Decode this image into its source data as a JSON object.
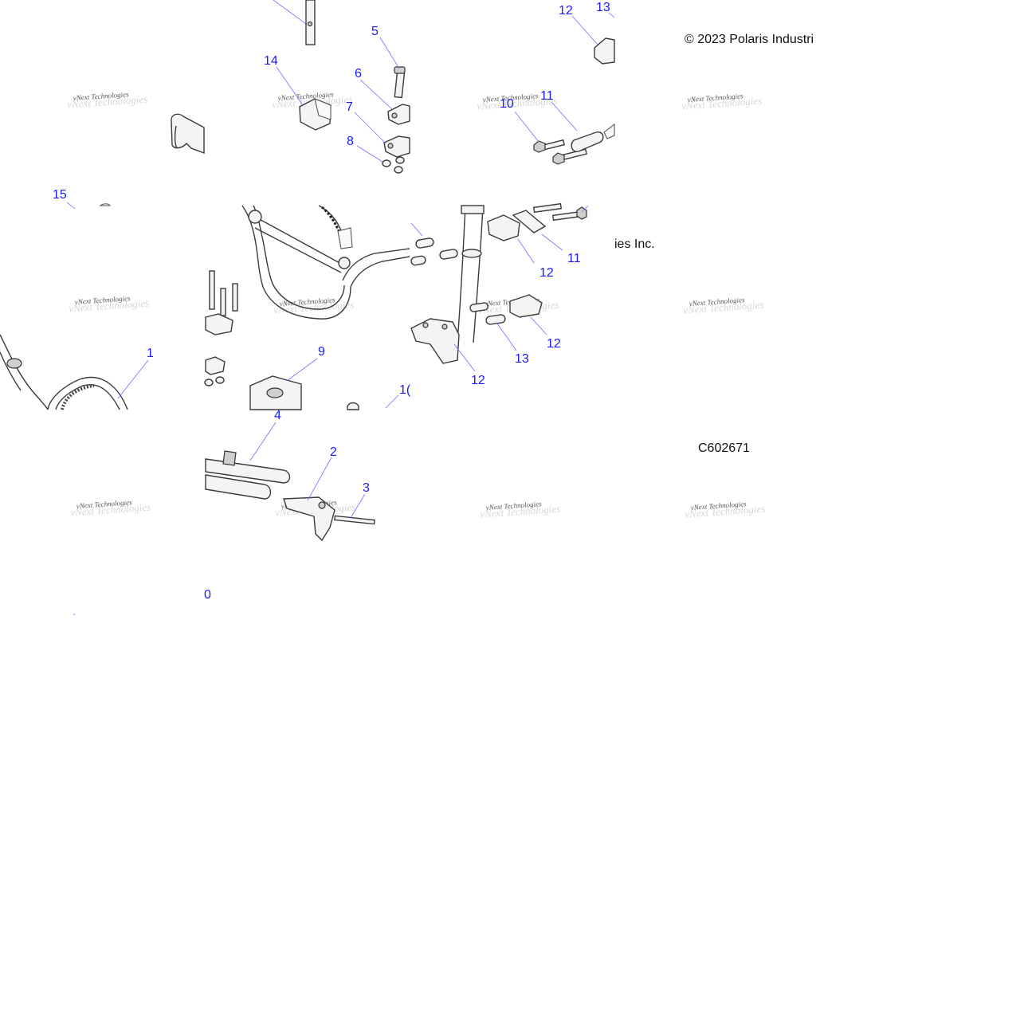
{
  "copyright_top": "© 2023 Polaris Industri",
  "copyright_mid": "ies Inc.",
  "diagram_code": "C602671",
  "watermark": "vNext Technologies",
  "callouts": {
    "c1": "1",
    "c2": "2",
    "c3": "3",
    "c4": "4",
    "c5": "5",
    "c6": "6",
    "c7": "7",
    "c8": "8",
    "c9": "9",
    "c10a": "10",
    "c10b": "1(",
    "c10c": "0",
    "c11a": "11",
    "c11b": "11",
    "c12a": "12",
    "c12b": "12",
    "c12c": "12",
    "c12d": "12",
    "c13a": "13",
    "c13b": "13",
    "c14": "14",
    "c15": "15"
  },
  "colors": {
    "callout": "#1a1aff",
    "leader": "#6f6fff",
    "outline": "#3a3a3a"
  }
}
